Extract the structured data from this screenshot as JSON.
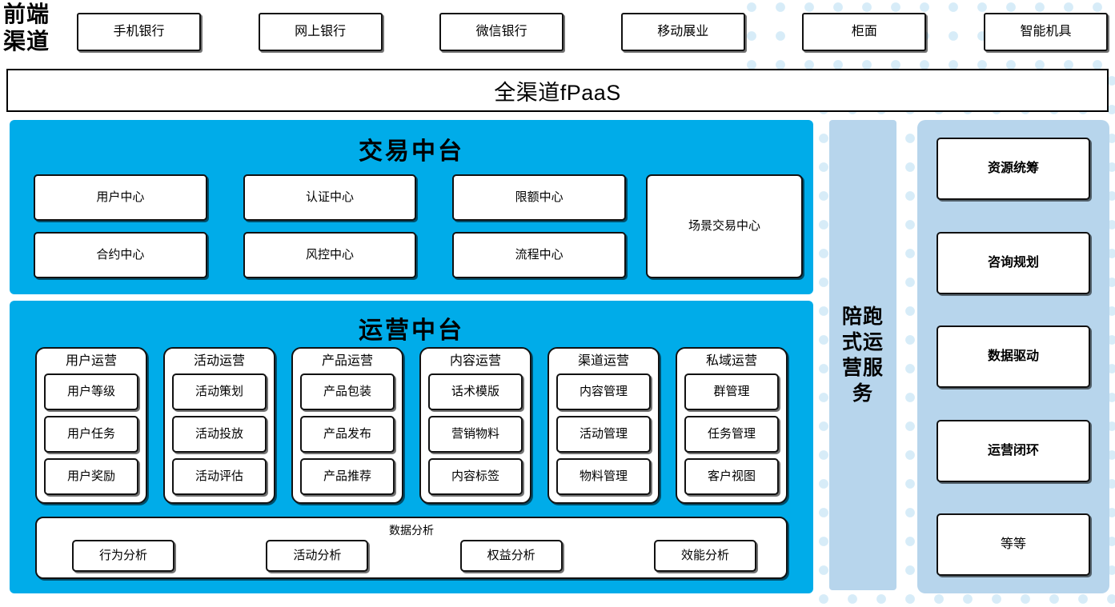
{
  "channels": {
    "label": "前端\n渠道",
    "items": [
      {
        "label": "手机银行"
      },
      {
        "label": "网上银行"
      },
      {
        "label": "微信银行"
      },
      {
        "label": "移动展业"
      },
      {
        "label": "柜面"
      },
      {
        "label": "智能机具"
      }
    ]
  },
  "fpaas": {
    "label": "全渠道fPaaS"
  },
  "trade_platform": {
    "title": "交易中台",
    "centers": [
      {
        "label": "用户中心"
      },
      {
        "label": "认证中心"
      },
      {
        "label": "限额中心"
      },
      {
        "label": "合约中心"
      },
      {
        "label": "风控中心"
      },
      {
        "label": "流程中心"
      }
    ],
    "scene": {
      "label": "场景交易中心"
    }
  },
  "ops_platform": {
    "title": "运营中台",
    "columns": [
      {
        "title": "用户运营",
        "items": [
          "用户等级",
          "用户任务",
          "用户奖励"
        ]
      },
      {
        "title": "活动运营",
        "items": [
          "活动策划",
          "活动投放",
          "活动评估"
        ]
      },
      {
        "title": "产品运营",
        "items": [
          "产品包装",
          "产品发布",
          "产品推荐"
        ]
      },
      {
        "title": "内容运营",
        "items": [
          "话术模版",
          "营销物料",
          "内容标签"
        ]
      },
      {
        "title": "渠道运营",
        "items": [
          "内容管理",
          "活动管理",
          "物料管理"
        ]
      },
      {
        "title": "私域运营",
        "items": [
          "群管理",
          "任务管理",
          "客户视图"
        ]
      }
    ],
    "analysis": {
      "title": "数据分析",
      "items": [
        "行为分析",
        "活动分析",
        "权益分析",
        "效能分析"
      ]
    }
  },
  "accompany_service": {
    "label": "陪跑\n式运\n营服\n务"
  },
  "capabilities": {
    "items": [
      {
        "label": "资源统筹",
        "bold": true
      },
      {
        "label": "咨询规划",
        "bold": true
      },
      {
        "label": "数据驱动",
        "bold": true
      },
      {
        "label": "运营闭环",
        "bold": true
      },
      {
        "label": "等等",
        "bold": false
      }
    ]
  },
  "colors": {
    "platform_blue": "#00ace9",
    "panel_light_blue": "#b7d5ec",
    "dot_blue": "#d7ecf8",
    "box_border": "#111111",
    "box_fill": "#ffffff"
  }
}
